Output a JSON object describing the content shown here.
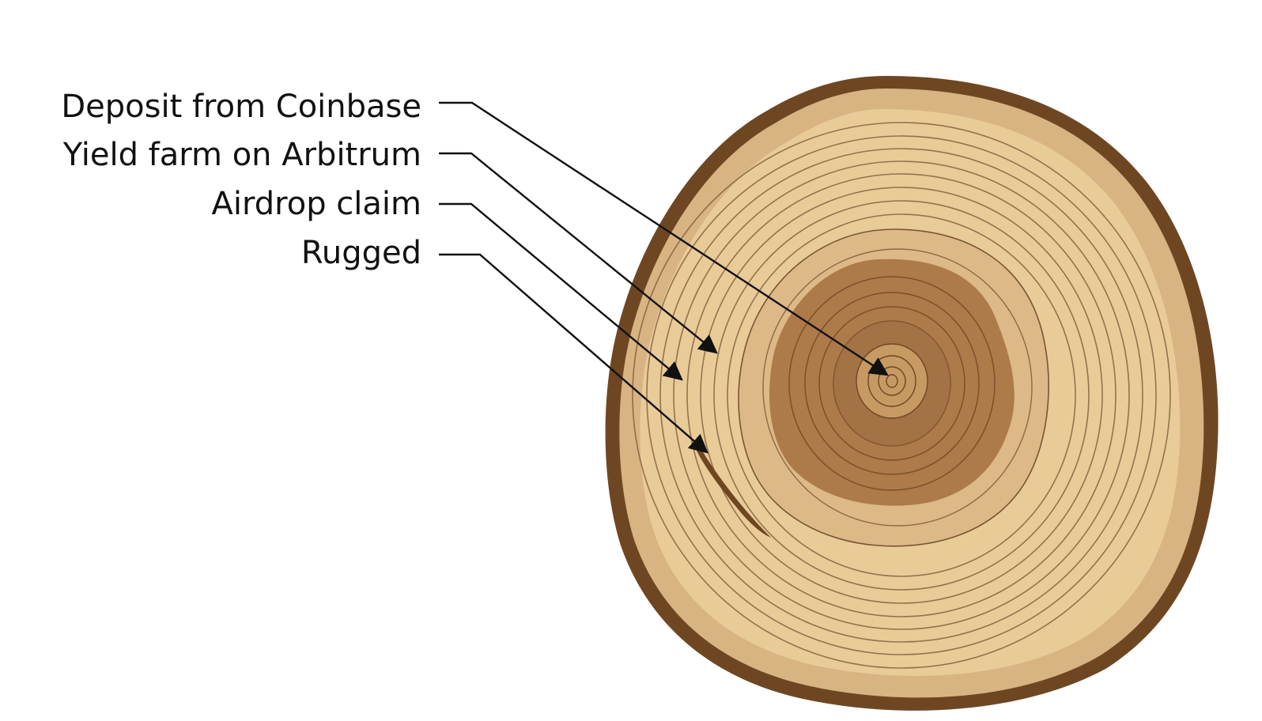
{
  "annotations": [
    {
      "label": "Deposit from Coinbase"
    },
    {
      "label": "Yield farm on Arbitrum"
    },
    {
      "label": "Airdrop claim"
    },
    {
      "label": "Rugged"
    }
  ],
  "colors": {
    "bark": "#6e4722",
    "outer_sapwood": "#d9b483",
    "sapwood": "#e9cb98",
    "inner_band": "#dcb987",
    "heartwood": "#ad7a4a",
    "heartwood_inner": "#9b6b42",
    "pith": "#c79a63",
    "ring_line": "#7a5533",
    "arrow": "#111111",
    "crack": "#6e4722"
  }
}
